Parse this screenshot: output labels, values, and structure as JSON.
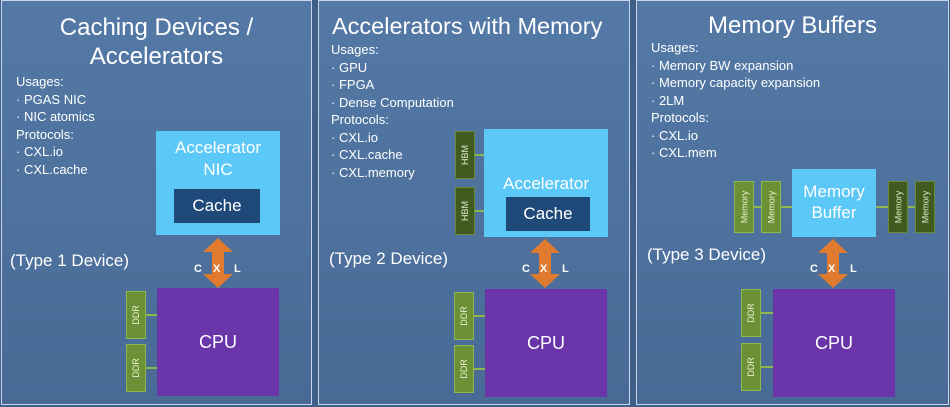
{
  "panels": [
    {
      "title_line1": "Caching Devices /",
      "title_line2": "Accelerators",
      "usages_label": "Usages:",
      "usages": [
        "PGAS NIC",
        "NIC atomics"
      ],
      "protocols_label": "Protocols:",
      "protocols": [
        "CXL.io",
        "CXL.cache"
      ],
      "device_line1": "Accelerator",
      "device_line2": "NIC",
      "cache_label": "Cache",
      "type_label": "(Type 1 Device)",
      "cpu_label": "CPU",
      "ddr_labels": [
        "DDR",
        "DDR"
      ],
      "cxl": [
        "C",
        "X",
        "L"
      ]
    },
    {
      "title": "Accelerators with Memory",
      "usages_label": "Usages:",
      "usages": [
        "GPU",
        "FPGA",
        "Dense Computation"
      ],
      "protocols_label": "Protocols:",
      "protocols": [
        "CXL.io",
        "CXL.cache",
        "CXL.memory"
      ],
      "hbm_labels": [
        "HBM",
        "HBM"
      ],
      "device_label": "Accelerator",
      "cache_label": "Cache",
      "type_label": "(Type 2 Device)",
      "cpu_label": "CPU",
      "ddr_labels": [
        "DDR",
        "DDR"
      ],
      "cxl": [
        "C",
        "X",
        "L"
      ]
    },
    {
      "title": "Memory Buffers",
      "usages_label": "Usages:",
      "usages": [
        "Memory BW expansion",
        "Memory capacity expansion",
        "2LM"
      ],
      "protocols_label": "Protocols:",
      "protocols": [
        "CXL.io",
        "CXL.mem"
      ],
      "buffer_line1": "Memory",
      "buffer_line2": "Buffer",
      "memory_labels": [
        "Memory",
        "Memory",
        "Memory",
        "Memory"
      ],
      "type_label": "(Type 3 Device)",
      "cpu_label": "CPU",
      "ddr_labels": [
        "DDR",
        "DDR"
      ],
      "cxl": [
        "C",
        "X",
        "L"
      ]
    }
  ],
  "colors": {
    "background": "#3e5f88",
    "panel": "#5176a3",
    "accelerator": "#5bc8f7",
    "cache": "#1e4978",
    "cpu": "#6a35a8",
    "ddr": "#6c9035",
    "arrow": "#e07a2e"
  }
}
